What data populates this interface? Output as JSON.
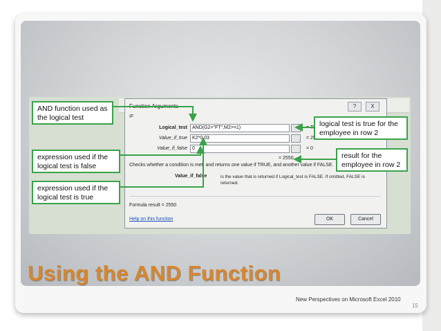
{
  "slide": {
    "title": "Using the AND Function",
    "footer": "New Perspectives on Microsoft Excel 2010",
    "page_number": "15"
  },
  "dialog": {
    "title": "Function Arguments",
    "help_glyph": "?",
    "close_glyph": "X",
    "function_name": "IF",
    "args": [
      {
        "label": "Logical_test",
        "value": "AND(G2=\"FT\",M2>=1)",
        "result": "=  TRUE"
      },
      {
        "label": "Value_if_true",
        "value": "K2*0.03",
        "result": "=  2550"
      },
      {
        "label": "Value_if_false",
        "value": "0",
        "result": "=  0"
      }
    ],
    "function_result": "=  2550",
    "description": "Checks whether a condition is met, and returns one value if TRUE, and another value if FALSE.",
    "focused_arg_label": "Value_if_false",
    "focused_arg_description": "is the value that is returned if Logical_test is FALSE. If omitted, FALSE is returned.",
    "formula_result": "Formula result =   2550",
    "help_link": "Help on this function",
    "ok_label": "OK",
    "cancel_label": "Cancel"
  },
  "callouts": {
    "and_function": "AND  function used as the logical test",
    "value_false": "expression used if the logical test is false",
    "value_true": "expression used if the logical test is true",
    "logical_true": "logical test is true for the employee in row 2",
    "result": "result for the employee in row 2"
  },
  "colors": {
    "accent_title": "#d9862c",
    "callout_border": "#3aa24a"
  }
}
